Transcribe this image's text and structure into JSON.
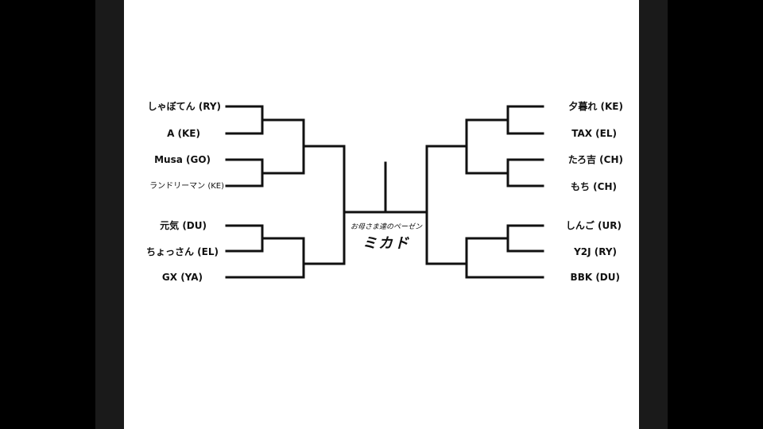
{
  "bracket": {
    "left_entries": [
      "しゃぼてん (RY)",
      "A (KE)",
      "Musa (GO)",
      "ランドリーマン (KE)",
      "元気 (DU)",
      "ちょっさん (EL)",
      "GX (YA)"
    ],
    "right_entries": [
      "夕暮れ (KE)",
      "TAX (EL)",
      "たろ吉 (CH)",
      "もち (CH)",
      "しんご (UR)",
      "Y2J (RY)",
      "BBK (DU)"
    ]
  },
  "logo": {
    "subtitle": "お母さま達のペーゼン",
    "title": "ミカド"
  },
  "colors": {
    "line": "#111111",
    "paper": "#ffffff",
    "letterbox": "#000000",
    "pillar": "#1a1a1a"
  }
}
